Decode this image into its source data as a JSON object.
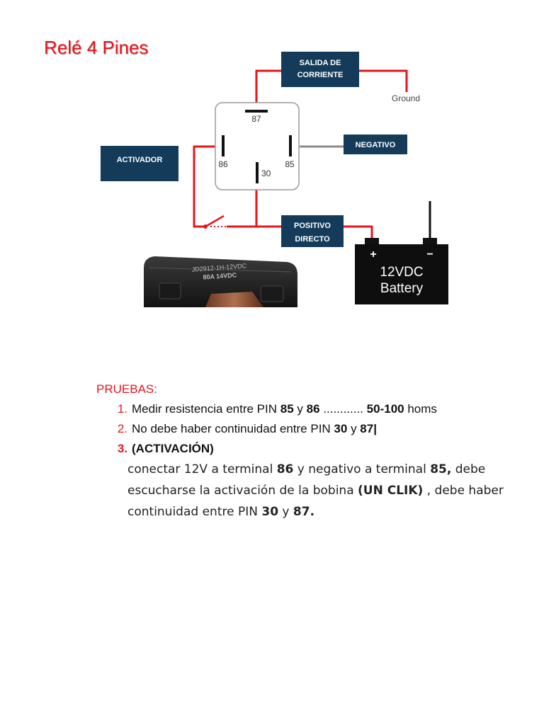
{
  "title": "Relé 4 Pines",
  "diagram": {
    "salida_line1": "SALIDA DE",
    "salida_line2": "CORRIENTE",
    "ground": "Ground",
    "negativo": "NEGATIVO",
    "activador": "ACTIVADOR",
    "positivo_line1": "POSITIVO",
    "positivo_line2": "DIRECTO",
    "pin87": "87",
    "pin86": "86",
    "pin85": "85",
    "pin30": "30",
    "battery_plus": "+",
    "battery_minus": "−",
    "battery_line1": "12VDC",
    "battery_line2": "Battery",
    "relay_print_line1": "JD2912-1H-12VDC",
    "relay_print_line2": "80A 14VDC",
    "colors": {
      "wire_red": "#e8141b",
      "box_navy": "#143c5a",
      "wire_gray": "#8a8a8a"
    }
  },
  "tests": {
    "heading": "PRUEBAS:",
    "item1": {
      "num": "1.",
      "t1": "Medir resistencia entre PIN ",
      "b1": "85",
      "t2": " y ",
      "b2": "86",
      "t3": " ............ ",
      "b3": "50-100",
      "t4": " homs"
    },
    "item2": {
      "num": "2.",
      "t1": "No debe haber continuidad entre PIN ",
      "b1": "30",
      "t2": " y ",
      "b2": "87|"
    },
    "item3": {
      "num": "3.",
      "label": "(ACTIVACIÓN)"
    },
    "para": {
      "t1": "conectar  12V  a terminal ",
      "b1": "86",
      "t2": " y negativo a terminal ",
      "b2": "85,",
      "t3": " debe escucharse la activación de la bobina ",
      "b3": "(UN CLIK)",
      "t4": " , debe haber continuidad entre PIN ",
      "b4": "30",
      "t5": " y ",
      "b5": "87."
    }
  }
}
